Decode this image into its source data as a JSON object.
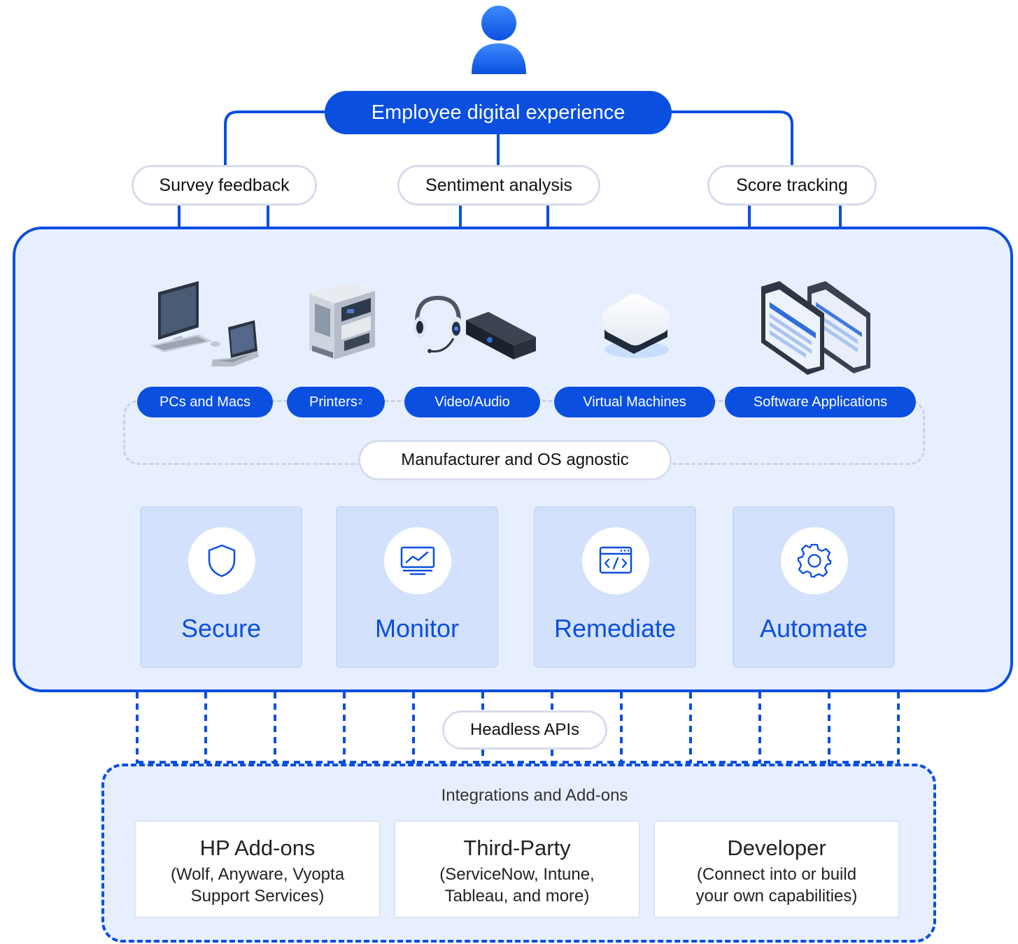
{
  "header": {
    "user_icon": "user-avatar-icon",
    "title": "Employee digital experience"
  },
  "feedback_pills": [
    {
      "label": "Survey feedback"
    },
    {
      "label": "Sentiment analysis"
    },
    {
      "label": "Score tracking"
    }
  ],
  "devices": [
    {
      "label": "PCs and Macs",
      "icon": "pc-mac-illustration"
    },
    {
      "label": "Printers",
      "sup": "2",
      "icon": "printer-illustration"
    },
    {
      "label": "Video/Audio",
      "icon": "headset-camera-illustration"
    },
    {
      "label": "Virtual Machines",
      "icon": "virtual-machine-illustration"
    },
    {
      "label": "Software Applications",
      "icon": "app-windows-illustration"
    }
  ],
  "agnostic_label": "Manufacturer and OS agnostic",
  "capabilities": [
    {
      "label": "Secure",
      "icon": "shield-icon"
    },
    {
      "label": "Monitor",
      "icon": "monitor-chart-icon"
    },
    {
      "label": "Remediate",
      "icon": "code-window-icon"
    },
    {
      "label": "Automate",
      "icon": "gear-icon"
    }
  ],
  "api_label": "Headless APIs",
  "integrations": {
    "title": "Integrations and Add-ons",
    "cards": [
      {
        "title": "HP Add-ons",
        "line1": "(Wolf, Anyware, Vyopta",
        "line2": "Support Services)"
      },
      {
        "title": "Third-Party",
        "line1": "(ServiceNow, Intune,",
        "line2": "Tableau, and more)"
      },
      {
        "title": "Developer",
        "line1": "(Connect into or build",
        "line2": "your own capabilities)"
      }
    ]
  },
  "colors": {
    "accent": "#0a4fe0",
    "panel_bg": "#e7efff",
    "card_bg": "#d3e1fc"
  }
}
